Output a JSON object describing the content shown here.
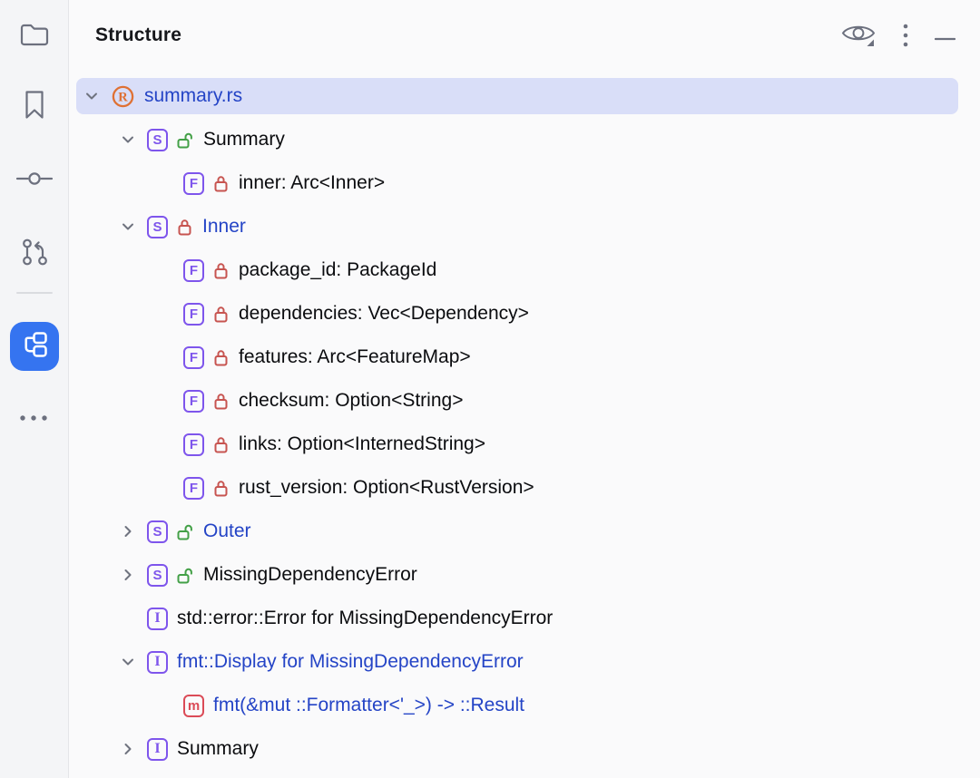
{
  "colors": {
    "accent_blue": "#3574F0",
    "selection_bg": "#D9DEF8",
    "link_blue": "#2444C6",
    "symbol_purple": "#7E55EC",
    "method_red": "#DB4B57",
    "lock_red": "#C75450",
    "lock_green": "#43A047",
    "rust_orange": "#DF7134",
    "icon_gray": "#6C707E",
    "panel_bg": "#FAFAFB",
    "sidebar_bg": "#F4F5F7"
  },
  "activity_bar": {
    "items": [
      {
        "name": "project",
        "icon": "folder-icon",
        "active": false
      },
      {
        "name": "bookmarks",
        "icon": "bookmark-icon",
        "active": false
      },
      {
        "name": "commit",
        "icon": "commit-icon",
        "active": false
      },
      {
        "name": "pull-requests",
        "icon": "pull-request-icon",
        "active": false
      },
      {
        "name": "structure",
        "icon": "structure-icon",
        "active": true
      },
      {
        "name": "more-tool-windows",
        "icon": "more-icon",
        "active": false
      }
    ]
  },
  "header": {
    "title": "Structure",
    "actions": [
      {
        "name": "view-options",
        "icon": "eye-icon"
      },
      {
        "name": "options-menu",
        "icon": "kebab-menu-icon"
      },
      {
        "name": "hide-tool-window",
        "icon": "minimize-icon"
      }
    ]
  },
  "tree": {
    "type_letters": {
      "struct": "S",
      "field": "F",
      "interface": "I",
      "method": "m"
    },
    "rows": [
      {
        "level": 0,
        "chevron": "down",
        "icon": "rust-file",
        "lock": null,
        "label": "summary.rs",
        "emphasis": "blue",
        "selected": true
      },
      {
        "level": 1,
        "chevron": "down",
        "icon": "struct",
        "lock": "public",
        "label": "Summary",
        "emphasis": "default",
        "selected": false
      },
      {
        "level": 2,
        "chevron": null,
        "icon": "field",
        "lock": "private",
        "label": "inner: Arc<Inner>",
        "emphasis": "default",
        "selected": false
      },
      {
        "level": 1,
        "chevron": "down",
        "icon": "struct",
        "lock": "private",
        "label": "Inner",
        "emphasis": "blue",
        "selected": false
      },
      {
        "level": 2,
        "chevron": null,
        "icon": "field",
        "lock": "private",
        "label": "package_id: PackageId",
        "emphasis": "default",
        "selected": false
      },
      {
        "level": 2,
        "chevron": null,
        "icon": "field",
        "lock": "private",
        "label": "dependencies: Vec<Dependency>",
        "emphasis": "default",
        "selected": false
      },
      {
        "level": 2,
        "chevron": null,
        "icon": "field",
        "lock": "private",
        "label": "features: Arc<FeatureMap>",
        "emphasis": "default",
        "selected": false
      },
      {
        "level": 2,
        "chevron": null,
        "icon": "field",
        "lock": "private",
        "label": "checksum: Option<String>",
        "emphasis": "default",
        "selected": false
      },
      {
        "level": 2,
        "chevron": null,
        "icon": "field",
        "lock": "private",
        "label": "links: Option<InternedString>",
        "emphasis": "default",
        "selected": false
      },
      {
        "level": 2,
        "chevron": null,
        "icon": "field",
        "lock": "private",
        "label": "rust_version: Option<RustVersion>",
        "emphasis": "default",
        "selected": false
      },
      {
        "level": 1,
        "chevron": "right",
        "icon": "struct",
        "lock": "public",
        "label": "Outer",
        "emphasis": "blue",
        "selected": false
      },
      {
        "level": 1,
        "chevron": "right",
        "icon": "struct",
        "lock": "public",
        "label": "MissingDependencyError",
        "emphasis": "default",
        "selected": false
      },
      {
        "level": 1,
        "chevron": null,
        "icon": "interface",
        "lock": null,
        "label": "std::error::Error for MissingDependencyError",
        "emphasis": "default",
        "selected": false
      },
      {
        "level": 1,
        "chevron": "down",
        "icon": "interface",
        "lock": null,
        "label": "fmt::Display for MissingDependencyError",
        "emphasis": "blue",
        "selected": false
      },
      {
        "level": 2,
        "chevron": null,
        "icon": "method",
        "lock": null,
        "label": "fmt(&mut ::Formatter<'_>) -> ::Result",
        "emphasis": "blue",
        "selected": false
      },
      {
        "level": 1,
        "chevron": "right",
        "icon": "interface",
        "lock": null,
        "label": "Summary",
        "emphasis": "default",
        "selected": false
      }
    ]
  }
}
